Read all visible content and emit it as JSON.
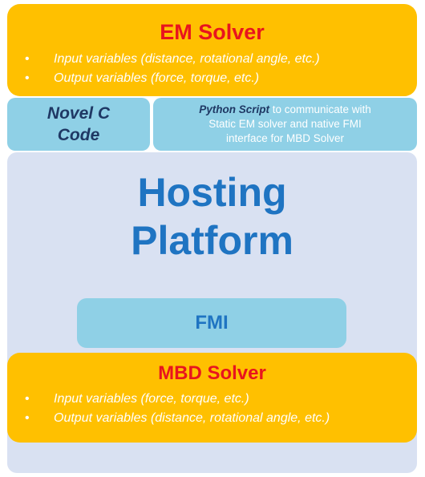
{
  "em_solver": {
    "title": "EM Solver",
    "bullets": [
      "Input variables (distance, rotational angle, etc.)",
      "Output variables (force, torque, etc.)"
    ]
  },
  "novel_c": {
    "line1": "Novel C",
    "line2": "Code"
  },
  "python": {
    "bold_label": "Python Script",
    "text_line1": " to communicate with",
    "text_line2": "Static EM solver and native FMI",
    "text_line3": "interface for MBD Solver"
  },
  "hosting_platform": {
    "line1": "Hosting",
    "line2": "Platform"
  },
  "fmi": {
    "label": "FMI"
  },
  "mbd_solver": {
    "title": "MBD Solver",
    "bullets": [
      "Input variables (force, torque, etc.)",
      "Output variables (distance, rotational angle, etc.)"
    ]
  },
  "bullet_glyph": "•",
  "colors": {
    "solver_fill": "#ffc000",
    "solver_title": "#e8141e",
    "platform_fill": "#d9e1f2",
    "interface_fill": "#8fd0e6",
    "platform_text": "#1f74c2",
    "dark_text": "#1f3864"
  }
}
